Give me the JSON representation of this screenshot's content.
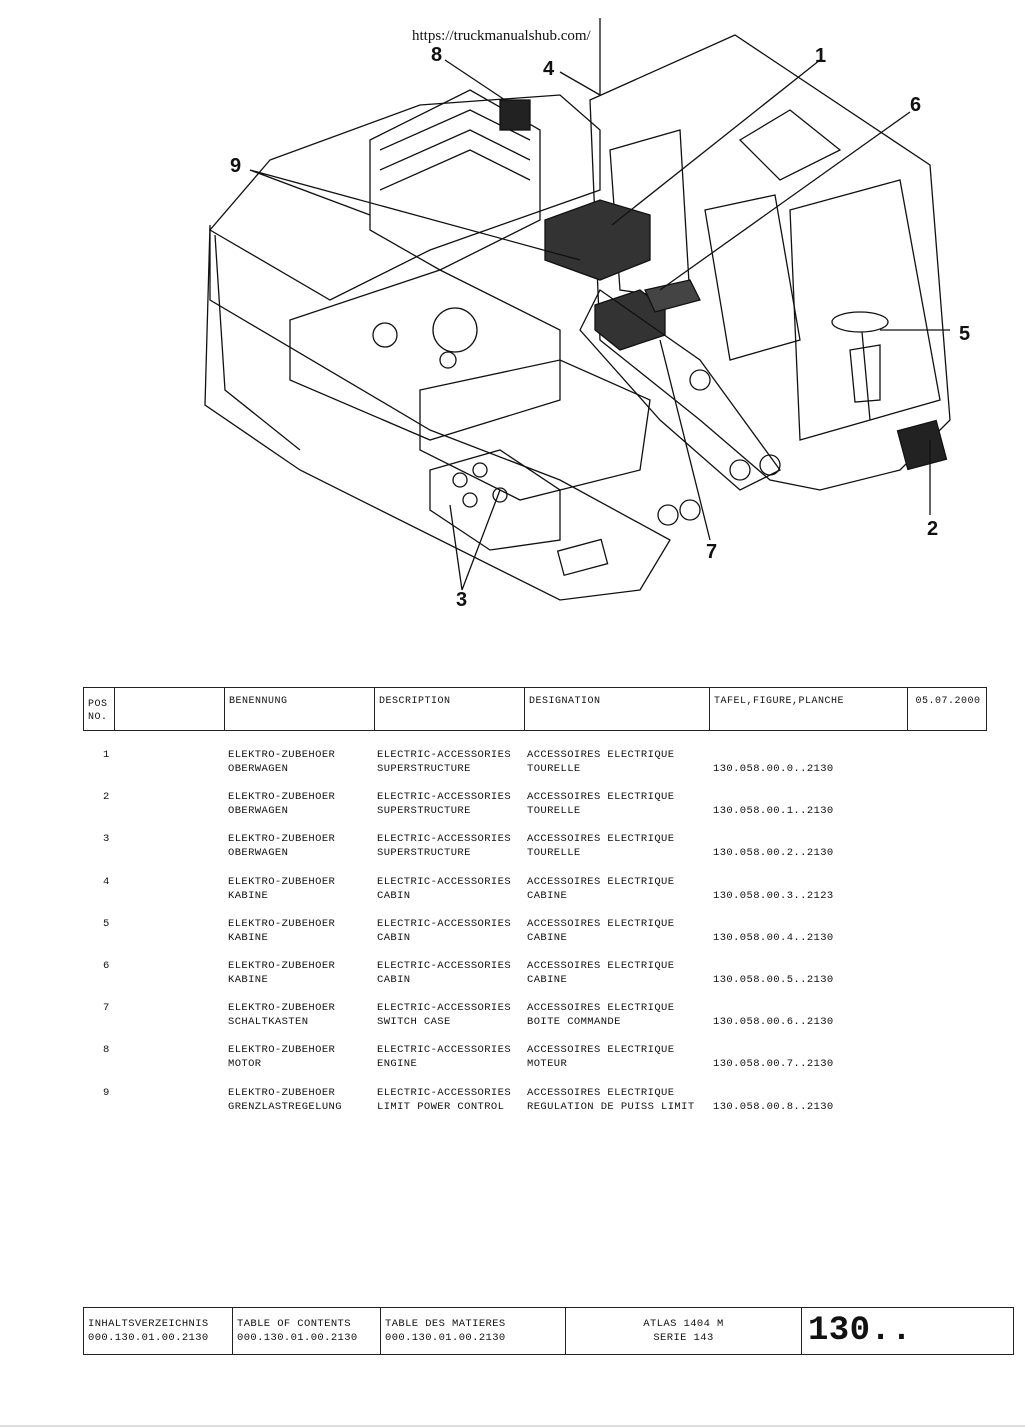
{
  "url": "https://truckmanualshub.com/",
  "diagram": {
    "callouts": [
      "1",
      "2",
      "3",
      "4",
      "5",
      "6",
      "7",
      "8",
      "9"
    ]
  },
  "table": {
    "headers": {
      "pos": "POS NO.",
      "benennung": "BENENNUNG",
      "description": "DESCRIPTION",
      "designation": "DESIGNATION",
      "tafel": "TAFEL,FIGURE,PLANCHE",
      "date": "05.07.2000"
    },
    "rows": [
      {
        "pos": "1",
        "de1": "ELEKTRO-ZUBEHOER",
        "de2": "OBERWAGEN",
        "en1": "ELECTRIC-ACCESSORIES",
        "en2": "SUPERSTRUCTURE",
        "fr1": "ACCESSOIRES ELECTRIQUE",
        "fr2": "TOURELLE",
        "ref": "130.058.00.0..2130"
      },
      {
        "pos": "2",
        "de1": "ELEKTRO-ZUBEHOER",
        "de2": "OBERWAGEN",
        "en1": "ELECTRIC-ACCESSORIES",
        "en2": "SUPERSTRUCTURE",
        "fr1": "ACCESSOIRES ELECTRIQUE",
        "fr2": "TOURELLE",
        "ref": "130.058.00.1..2130"
      },
      {
        "pos": "3",
        "de1": "ELEKTRO-ZUBEHOER",
        "de2": "OBERWAGEN",
        "en1": "ELECTRIC-ACCESSORIES",
        "en2": "SUPERSTRUCTURE",
        "fr1": "ACCESSOIRES ELECTRIQUE",
        "fr2": "TOURELLE",
        "ref": "130.058.00.2..2130"
      },
      {
        "pos": "4",
        "de1": "ELEKTRO-ZUBEHOER",
        "de2": "KABINE",
        "en1": "ELECTRIC-ACCESSORIES",
        "en2": "CABIN",
        "fr1": "ACCESSOIRES ELECTRIQUE",
        "fr2": "CABINE",
        "ref": "130.058.00.3..2123"
      },
      {
        "pos": "5",
        "de1": "ELEKTRO-ZUBEHOER",
        "de2": "KABINE",
        "en1": "ELECTRIC-ACCESSORIES",
        "en2": "CABIN",
        "fr1": "ACCESSOIRES ELECTRIQUE",
        "fr2": "CABINE",
        "ref": "130.058.00.4..2130"
      },
      {
        "pos": "6",
        "de1": "ELEKTRO-ZUBEHOER",
        "de2": "KABINE",
        "en1": "ELECTRIC-ACCESSORIES",
        "en2": "CABIN",
        "fr1": "ACCESSOIRES ELECTRIQUE",
        "fr2": "CABINE",
        "ref": "130.058.00.5..2130"
      },
      {
        "pos": "7",
        "de1": "ELEKTRO-ZUBEHOER",
        "de2": "SCHALTKASTEN",
        "en1": "ELECTRIC-ACCESSORIES",
        "en2": "SWITCH CASE",
        "fr1": "ACCESSOIRES ELECTRIQUE",
        "fr2": "BOITE COMMANDE",
        "ref": "130.058.00.6..2130"
      },
      {
        "pos": "8",
        "de1": "ELEKTRO-ZUBEHOER",
        "de2": "MOTOR",
        "en1": "ELECTRIC-ACCESSORIES",
        "en2": "ENGINE",
        "fr1": "ACCESSOIRES ELECTRIQUE",
        "fr2": "MOTEUR",
        "ref": "130.058.00.7..2130"
      },
      {
        "pos": "9",
        "de1": "ELEKTRO-ZUBEHOER",
        "de2": "GRENZLASTREGELUNG",
        "en1": "ELECTRIC-ACCESSORIES",
        "en2": "LIMIT POWER CONTROL",
        "fr1": "ACCESSOIRES ELECTRIQUE",
        "fr2": "REGULATION DE PUISS LIMIT",
        "ref": "130.058.00.8..2130"
      }
    ]
  },
  "footer": {
    "de_title": "INHALTSVERZEICHNIS",
    "de_ref": "000.130.01.00.2130",
    "en_title": "TABLE OF CONTENTS",
    "en_ref": "000.130.01.00.2130",
    "fr_title": "TABLE DES MATIERES",
    "fr_ref": "000.130.01.00.2130",
    "model": "ATLAS 1404 M",
    "serie": "SERIE 143",
    "page": "130.."
  }
}
